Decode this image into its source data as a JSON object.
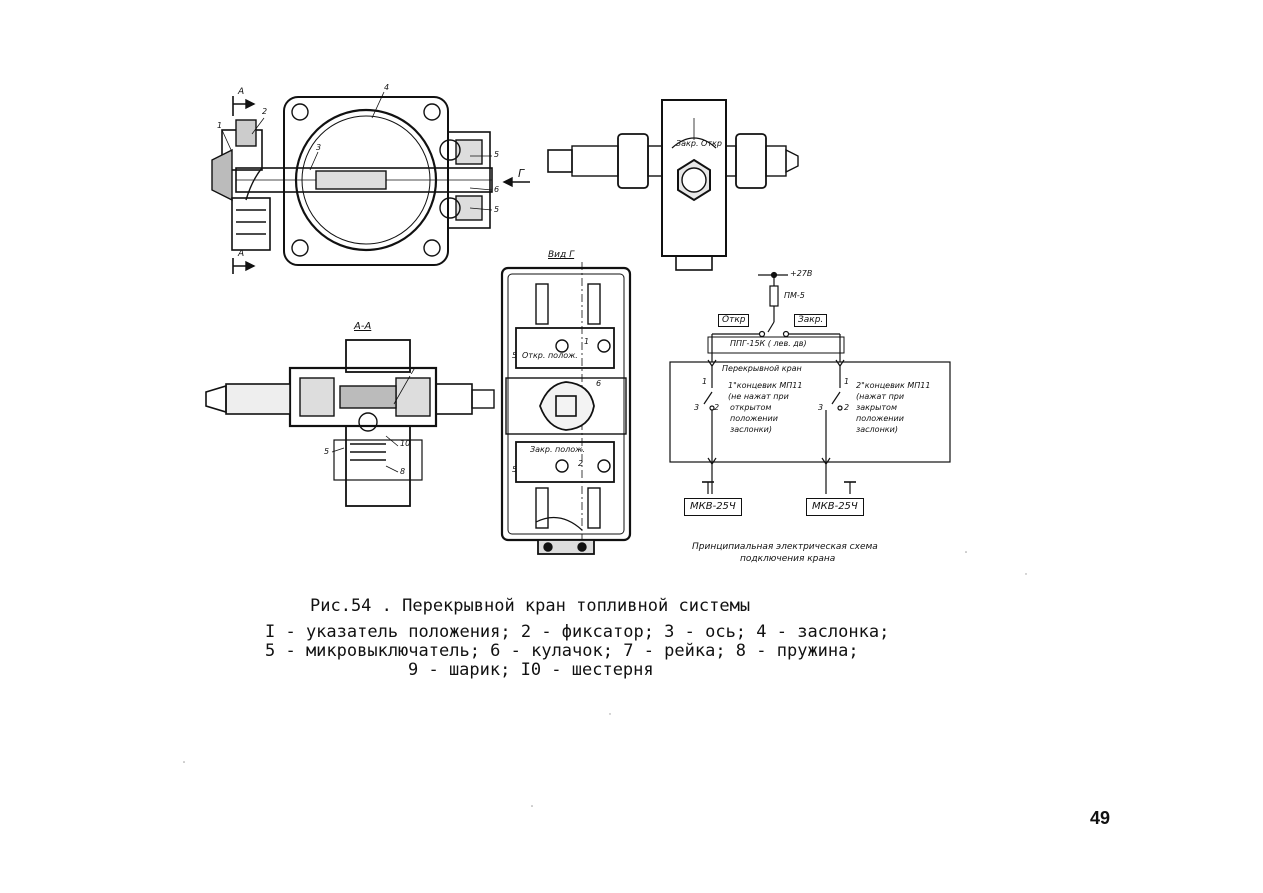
{
  "drawing": {
    "section_label": "А",
    "section_view": "А-А",
    "view_g": "Вид Г",
    "arrow_g": "Г",
    "valve_top": {
      "leader_numbers": [
        "1",
        "2",
        "4",
        "3",
        "5",
        "6",
        "5"
      ],
      "handle_text": "Закр. Откр"
    },
    "section_aa": {
      "leader_numbers": [
        "7",
        "5",
        "10",
        "8"
      ]
    },
    "view_g_box": {
      "upper_switch": "Откр. полож.",
      "upper_num": "1",
      "lower_switch": "Закр. полож.",
      "lower_num": "2",
      "cam_num": "6",
      "side_num_upper": "5",
      "side_num_lower": "5"
    }
  },
  "schematic": {
    "power": "+27В",
    "fuse": "ПМ-5",
    "open_label": "Откр",
    "close_label": "Закр.",
    "switch_label": "ППГ-15К ( лев. дв)",
    "valve_label": "Перекрывной кран",
    "limit1_text": [
      "1\"концевик МП11",
      "(не нажат при",
      "открытом",
      "положении",
      "заслонки)"
    ],
    "limit2_text": [
      "2\"концевик МП11",
      "(нажат при",
      "закрытом",
      "положении",
      "заслонки)"
    ],
    "pin_labels": [
      "1",
      "3",
      "2",
      "1",
      "3",
      "2"
    ],
    "mkv_left": "МКВ-25Ч",
    "mkv_right": "МКВ-25Ч",
    "caption": [
      "Принципиальная электрическая схема",
      "подключения крана"
    ]
  },
  "caption": {
    "title": "Рис.54 . Перекрывной кран топливной системы",
    "line1": "I - указатель положения; 2 - фиксатор; 3 - ось; 4 - заслонка;",
    "line2": "5 - микровыключатель; 6 - кулачок; 7 - рейка; 8 - пружина;",
    "line3": "9 - шарик; I0 - шестерня"
  },
  "page_number": "49"
}
